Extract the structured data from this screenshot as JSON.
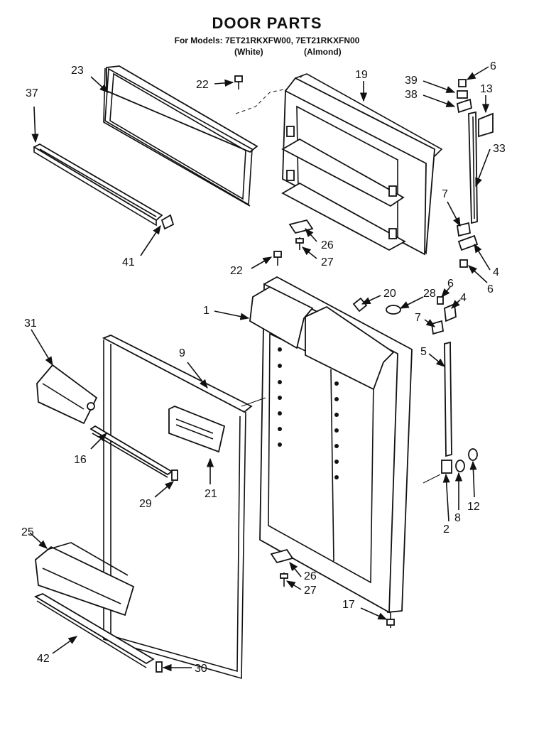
{
  "title": "DOOR PARTS",
  "models_line": "For Models: 7ET21RKXFW00, 7ET21RKXFN00",
  "variants": [
    "(White)",
    "(Almond)"
  ],
  "callouts": {
    "p1": "1",
    "p2": "2",
    "p4a": "4",
    "p4b": "4",
    "p5": "5",
    "p6a": "6",
    "p6b": "6",
    "p6c": "6",
    "p7a": "7",
    "p7b": "7",
    "p8": "8",
    "p9": "9",
    "p12": "12",
    "p13": "13",
    "p16": "16",
    "p17": "17",
    "p19": "19",
    "p20": "20",
    "p21": "21",
    "p22a": "22",
    "p22b": "22",
    "p23": "23",
    "p25": "25",
    "p26a": "26",
    "p26b": "26",
    "p27a": "27",
    "p27b": "27",
    "p28": "28",
    "p29": "29",
    "p30": "30",
    "p31": "31",
    "p33": "33",
    "p37": "37",
    "p38": "38",
    "p39": "39",
    "p41": "41",
    "p42": "42"
  }
}
